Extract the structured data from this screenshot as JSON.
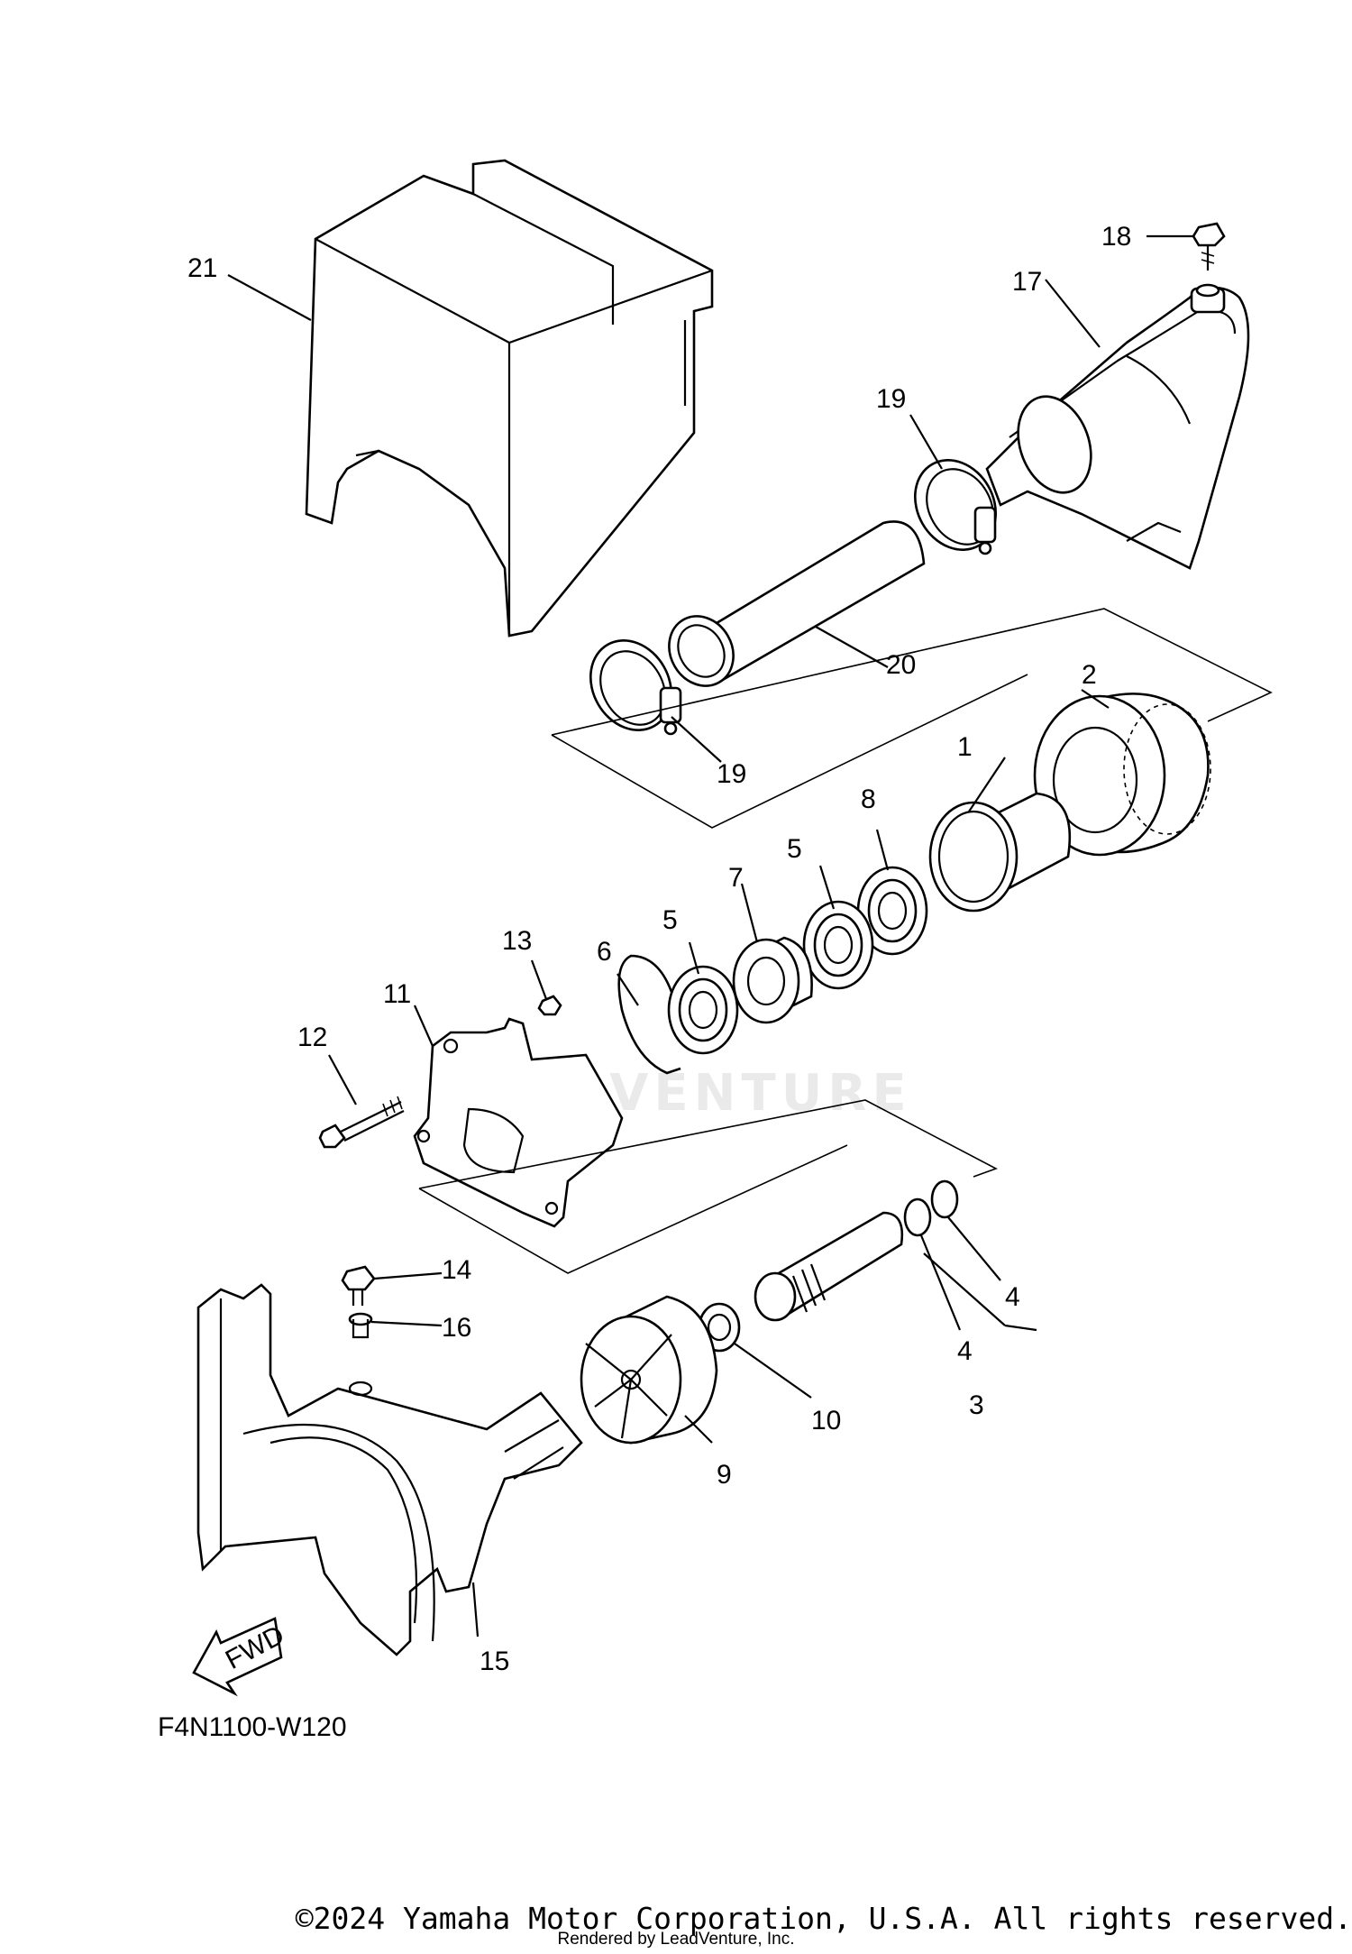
{
  "diagram": {
    "callouts": [
      {
        "id": "part-1",
        "label": "1"
      },
      {
        "id": "part-2",
        "label": "2"
      },
      {
        "id": "part-3",
        "label": "3"
      },
      {
        "id": "part-4a",
        "label": "4"
      },
      {
        "id": "part-4b",
        "label": "4"
      },
      {
        "id": "part-5a",
        "label": "5"
      },
      {
        "id": "part-5b",
        "label": "5"
      },
      {
        "id": "part-6",
        "label": "6"
      },
      {
        "id": "part-7",
        "label": "7"
      },
      {
        "id": "part-8",
        "label": "8"
      },
      {
        "id": "part-9",
        "label": "9"
      },
      {
        "id": "part-10",
        "label": "10"
      },
      {
        "id": "part-11",
        "label": "11"
      },
      {
        "id": "part-12",
        "label": "12"
      },
      {
        "id": "part-13",
        "label": "13"
      },
      {
        "id": "part-14",
        "label": "14"
      },
      {
        "id": "part-15",
        "label": "15"
      },
      {
        "id": "part-16",
        "label": "16"
      },
      {
        "id": "part-17",
        "label": "17"
      },
      {
        "id": "part-18",
        "label": "18"
      },
      {
        "id": "part-19a",
        "label": "19"
      },
      {
        "id": "part-19b",
        "label": "19"
      },
      {
        "id": "part-20",
        "label": "20"
      },
      {
        "id": "part-21",
        "label": "21"
      }
    ],
    "fwd_label": "FWD",
    "figure_code": "F4N1100-W120"
  },
  "watermark": "EADVENTURE",
  "footer": {
    "copyright": "©2024 Yamaha Motor Corporation, U.S.A. All rights reserved.",
    "rendered_by": "Rendered by LeadVenture, Inc."
  }
}
